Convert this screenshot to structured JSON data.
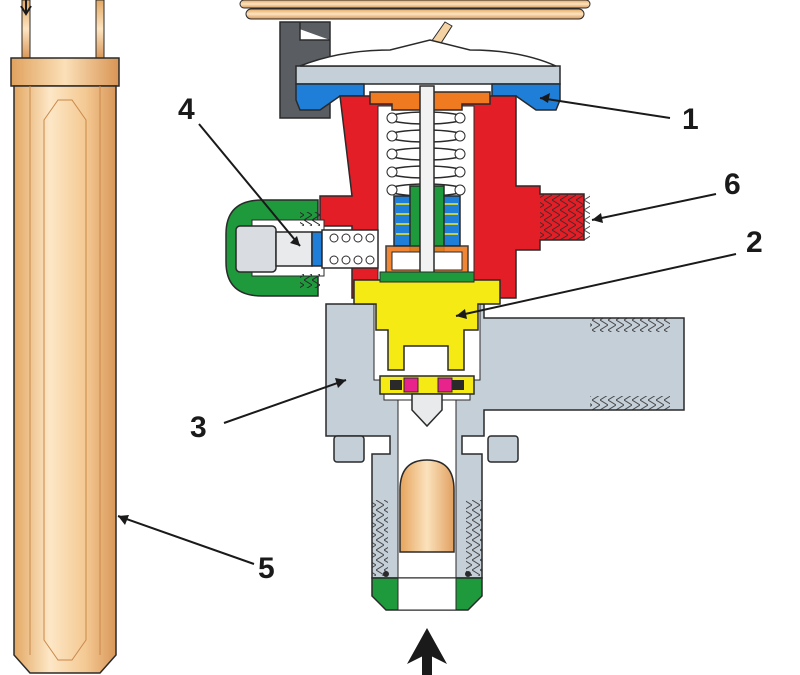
{
  "callouts": [
    {
      "id": "1",
      "text": "1"
    },
    {
      "id": "2",
      "text": "2"
    },
    {
      "id": "3",
      "text": "3"
    },
    {
      "id": "4",
      "text": "4"
    },
    {
      "id": "5",
      "text": "5"
    },
    {
      "id": "6",
      "text": "6"
    }
  ],
  "colors": {
    "valve_head": "#e41e26",
    "valve_body": "#c5cfd8",
    "orifice_seat": "#f5ea14",
    "cap_nut": "#1e9a3c",
    "diaphragm_seal": "#1f7ed8",
    "copper": "#f0c080",
    "spring": "#eeeeee",
    "gasket": "#e8248c",
    "outline": "#2a2a2a"
  },
  "icons": {
    "inlet_arrow": "arrow-up-icon"
  }
}
